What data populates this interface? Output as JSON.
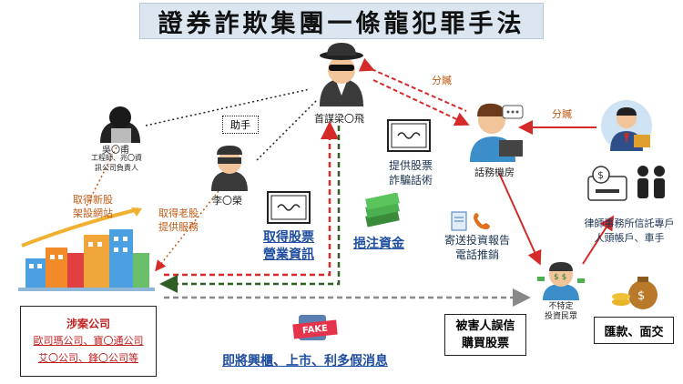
{
  "title": "證券詐欺集團一條龍犯罪手法",
  "people": {
    "boss": "首謀梁〇飛",
    "wu_name": "吳〇甫",
    "wu_desc_1": "工程師、兆〇資",
    "wu_desc_2": "訊公司負責人",
    "li": "李〇榮",
    "helper": "助手",
    "call_center": "話務機房",
    "victims_1": "不特定",
    "victims_2": "投資民眾"
  },
  "arrows": {
    "split_1": "分贓",
    "split_2": "分贓",
    "new_stock_1": "取得新股",
    "new_stock_2": "架設網站",
    "old_stock_1": "取得老股",
    "old_stock_2": "提供服務",
    "provide_stock_1": "提供股票",
    "provide_stock_2": "詐騙話術",
    "get_stock_1": "取得股票",
    "get_stock_2": "營業資訊",
    "inject_funds": "挹注資金",
    "send_report_1": "寄送投資報告",
    "send_report_2": "電話推銷",
    "lawyer_1": "律師事務所信託專戶",
    "lawyer_2": "人頭帳戶、車手",
    "fake_news": "即將興櫃、上市、利多假消息"
  },
  "companies": {
    "heading": "涉案公司",
    "line_1": "歐司瑪公司、寶〇通公司",
    "line_2": "艾〇公司、鋒〇公司等"
  },
  "boxes": {
    "victim_1": "被害人誤信",
    "victim_2": "購買股票",
    "remit": "匯款、面交"
  },
  "fake_badge": "FAKE",
  "colors": {
    "red": "#d42a2a",
    "green": "#2f5f24",
    "gray": "#888888",
    "orange": "#c05a14",
    "blue": "#1f4ea0"
  }
}
